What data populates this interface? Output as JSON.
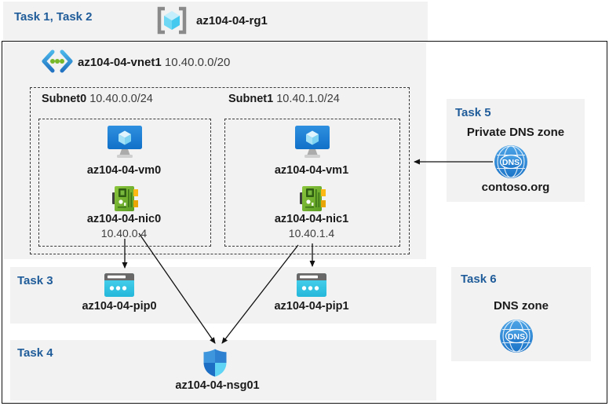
{
  "header": {
    "task_label": "Task 1, Task 2",
    "resource_group": "az104-04-rg1"
  },
  "vnet": {
    "name": "az104-04-vnet1",
    "cidr": "10.40.0.0/20"
  },
  "subnets": [
    {
      "name": "Subnet0",
      "cidr": "10.40.0.0/24",
      "vm": "az104-04-vm0",
      "nic": "az104-04-nic0",
      "nic_ip": "10.40.0.4"
    },
    {
      "name": "Subnet1",
      "cidr": "10.40.1.0/24",
      "vm": "az104-04-vm1",
      "nic": "az104-04-nic1",
      "nic_ip": "10.40.1.4"
    }
  ],
  "task3": {
    "label": "Task 3",
    "pip0": "az104-04-pip0",
    "pip1": "az104-04-pip1"
  },
  "task4": {
    "label": "Task 4",
    "nsg": "az104-04-nsg01"
  },
  "task5": {
    "label": "Task 5",
    "title": "Private DNS zone",
    "zone_name": "contoso.org"
  },
  "task6": {
    "label": "Task 6",
    "title": "DNS zone"
  },
  "icons": {
    "resource_group": "resource-group-icon",
    "vnet": "virtual-network-icon",
    "vm": "virtual-machine-icon",
    "nic": "network-interface-icon",
    "pip": "public-ip-icon",
    "nsg": "nsg-shield-icon",
    "dns": "dns-zone-icon",
    "dns_text": "DNS"
  },
  "colors": {
    "task_label": "#1F5C99",
    "band_bg": "#F2F2F2",
    "frame": "#111111",
    "arrow": "#111111",
    "vm_blue": "#1E82D6",
    "nic_green": "#6EB33C",
    "pip_cyan": "#35C4E3",
    "dns_blue": "#2E86D0",
    "nsg_blue": "#2E81D1"
  }
}
